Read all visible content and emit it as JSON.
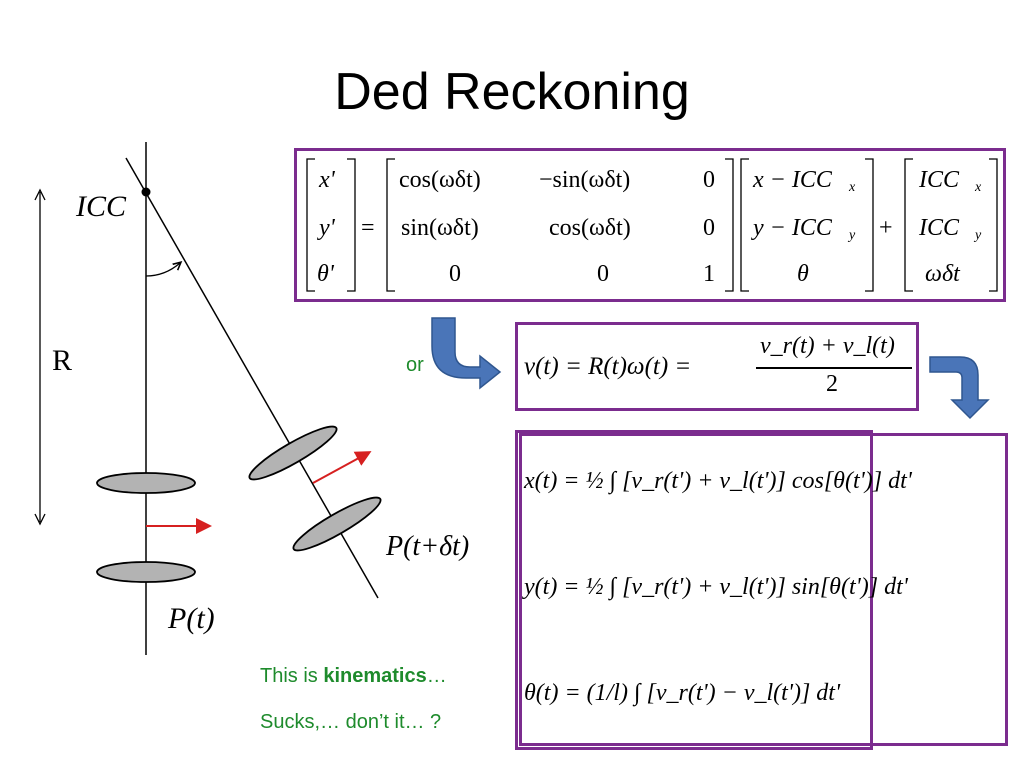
{
  "slide": {
    "title": "Ded Reckoning"
  },
  "diagram": {
    "icc_label": "ICC",
    "r_label": "R",
    "p_t_label": "P(t)",
    "p_tdt_label": "P(t+δt)"
  },
  "matrix_eq": {
    "lhs": [
      "x'",
      "y'",
      "θ'"
    ],
    "rot": [
      [
        "cos(ωδt)",
        "−sin(ωδt)",
        "0"
      ],
      [
        "sin(ωδt)",
        "cos(ωδt)",
        "0"
      ],
      [
        "0",
        "0",
        "1"
      ]
    ],
    "vec": [
      "x − ICC",
      "y − ICC",
      "θ"
    ],
    "vec_sub": [
      "x",
      "y",
      ""
    ],
    "icc": [
      "ICC",
      "ICC",
      "ωδt"
    ],
    "icc_sub": [
      "x",
      "y",
      ""
    ]
  },
  "or_label": "or",
  "v_eq": {
    "lhs": "v(t) = R(t)ω(t) =",
    "num": "v_r(t) + v_l(t)",
    "den": "2"
  },
  "integrals": {
    "x_eq": "x(t) = ½ ∫ [v_r(t') + v_l(t')] cos[θ(t')] dt'",
    "y_eq": "y(t) = ½ ∫ [v_r(t') + v_l(t')] sin[θ(t')] dt'",
    "theta_eq": "θ(t) = (1/l) ∫ [v_r(t') − v_l(t')] dt'"
  },
  "notes": {
    "line1_prefix": "This is ",
    "line1_bold": "kinematics",
    "line1_suffix": "…",
    "line2": "Sucks,… don’t it… ?"
  },
  "colors": {
    "box_border": "#7b2c8e",
    "arrow_blue": "#4a75b8",
    "green_text": "#1e8b2c",
    "wheel_fill": "#b3b3b3",
    "velocity_red": "#d62020"
  }
}
